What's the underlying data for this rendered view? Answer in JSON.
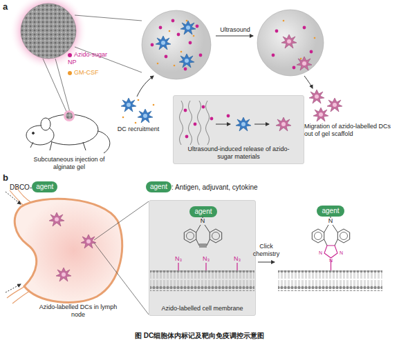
{
  "diagram": {
    "caption": "图 DC细胞体内标记及靶向免疫调控示意图",
    "nodes": [
      {
        "text": [
          "Ultrasound-induced release of azido-sugar materials"
        ]
      },
      {
        "text": [
          "DBCO-",
          "agent"
        ]
      },
      {
        "text": [
          "agent",
          ": Antigen, adjuvant, cytokine"
        ]
      },
      {
        "text": [
          "Azido-labelled cell membrane"
        ]
      },
      {
        "text": [
          "agent"
        ],
        "in": 3
      },
      {
        "text": [
          "agent"
        ]
      }
    ],
    "labels": [
      "a",
      "Ultrasound",
      "DC recruitment",
      "Subcutaneous injection of alginate gel",
      "Migration of azido-labelled DCs out of gel scaffold",
      "b",
      "Azido-labelled DCs in lymph node",
      "N",
      "N₃",
      "N₃",
      "N₃",
      "N",
      "N",
      "N",
      "N",
      "Click chemistry"
    ],
    "legend": [
      {
        "text": "Azido-sugar NP",
        "color": "#c8218e"
      },
      {
        "text": "GM-CSF",
        "color": "#ee9a2e"
      }
    ]
  }
}
